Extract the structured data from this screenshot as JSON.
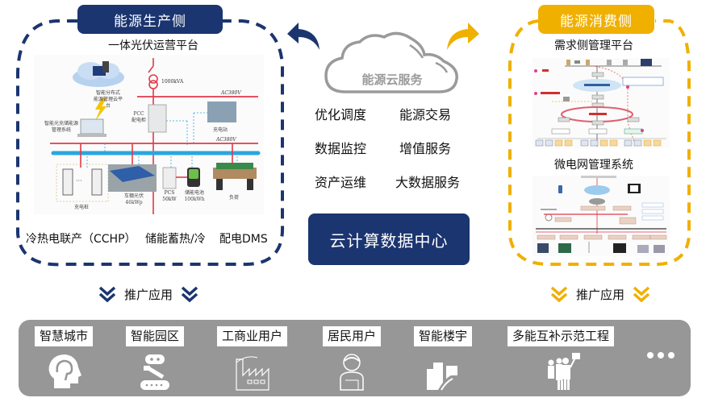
{
  "colors": {
    "navy": "#1b3570",
    "gold": "#f0b000",
    "band_gray": "#979797",
    "cloud_gray": "#9a9a9a",
    "grid_red": "#e03a4a",
    "bus_blue": "#2aa6e0"
  },
  "production_side": {
    "title": "能源生产侧",
    "platform_title": "一体光伏运营平台",
    "diagram": {
      "cloud_label_1": "智能分布式",
      "cloud_label_2": "能源管理云平台",
      "laptop_label_1": "智能光充储能源",
      "laptop_label_2": "管理系统",
      "transformer_label": "1000kVA",
      "bus_label_top": "AC380V",
      "bus_label_mid": "AC380V",
      "pcc_label_1": "PCC",
      "pcc_label_2": "配电柜",
      "station_label": "充电站",
      "charger_label": "充电桩",
      "charger_dots": "···",
      "carport_label_1": "车棚光伏",
      "carport_label_2": "46kWp",
      "pcs_label_1": "PCS",
      "pcs_label_2": "50kW",
      "battery_label_1": "储能电池",
      "battery_label_2": "100kWh",
      "load_label": "负荷"
    },
    "bottom_items": [
      "冷热电联产（CCHP）",
      "储能蓄热/冷",
      "配电DMS"
    ]
  },
  "cloud_services": {
    "title": "能源云服务",
    "services": [
      "优化调度",
      "能源交易",
      "数据监控",
      "增值服务",
      "资产运维",
      "大数据服务"
    ],
    "data_center": "云计算数据中心"
  },
  "consumption_side": {
    "title": "能源消费侧",
    "platform_title_1": "需求侧管理平台",
    "platform_title_2": "微电网管理系统"
  },
  "promotion": {
    "left_label": "推广应用",
    "right_label": "推广应用"
  },
  "applications": [
    {
      "label": "智慧城市",
      "icon": "brain-head-icon"
    },
    {
      "label": "智能园区",
      "icon": "robot-conveyor-icon"
    },
    {
      "label": "工商业用户",
      "icon": "factory-icon"
    },
    {
      "label": "居民用户",
      "icon": "resident-person-icon"
    },
    {
      "label": "智能楼宇",
      "icon": "buildings-icon"
    },
    {
      "label": "多能互补示范工程",
      "icon": "people-demonstration-icon"
    }
  ],
  "more_label": "more"
}
